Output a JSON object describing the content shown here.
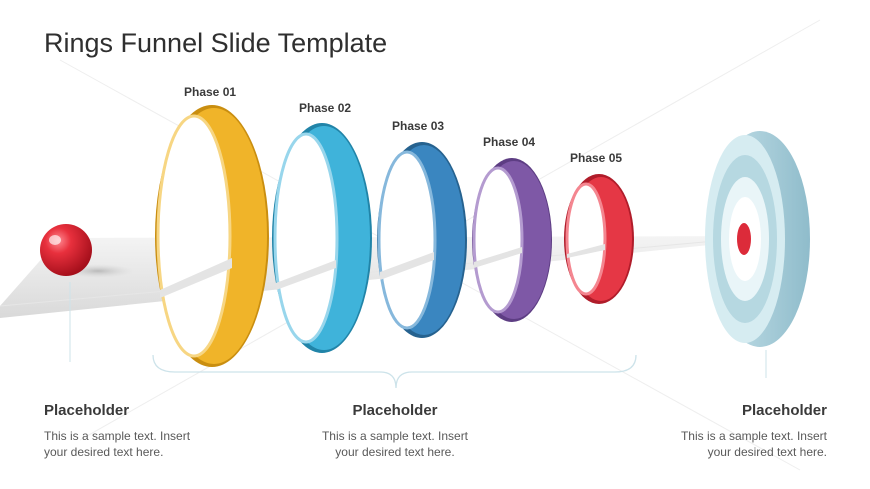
{
  "slide": {
    "title": "Rings Funnel Slide Template"
  },
  "phases": [
    {
      "label": "Phase 01",
      "color": "#F0B429"
    },
    {
      "label": "Phase 02",
      "color": "#3FB3DA"
    },
    {
      "label": "Phase 03",
      "color": "#3A86C0"
    },
    {
      "label": "Phase 04",
      "color": "#7E58A6"
    },
    {
      "label": "Phase 05",
      "color": "#E53745"
    }
  ],
  "ball": {
    "color": "#D8202F"
  },
  "target": {
    "color": "#A9D2DC"
  },
  "placeholders": [
    {
      "heading": "Placeholder",
      "line1": "This is a sample text. Insert",
      "line2": "your desired text here."
    },
    {
      "heading": "Placeholder",
      "line1": "This is a sample text. Insert",
      "line2": "your desired text here."
    },
    {
      "heading": "Placeholder",
      "line1": "This is a sample text. Insert",
      "line2": "your desired text here."
    }
  ]
}
